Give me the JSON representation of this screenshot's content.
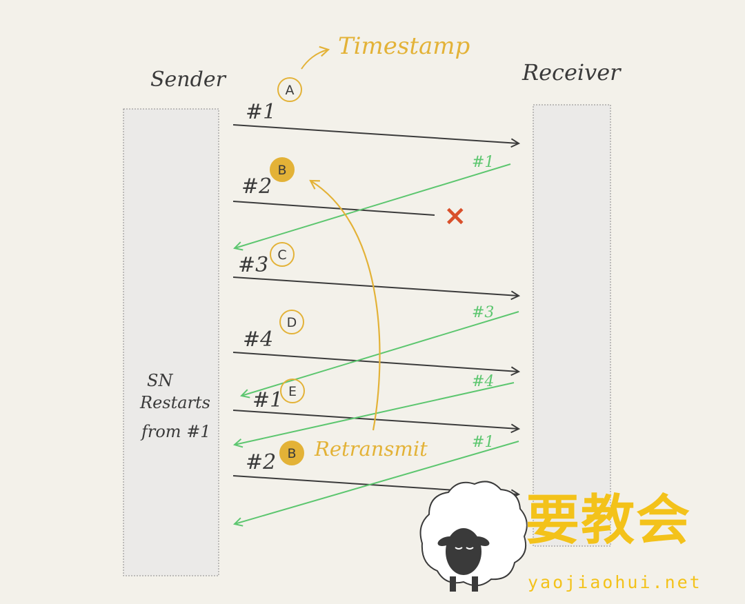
{
  "title_sender": "Sender",
  "title_receiver": "Receiver",
  "timestamp_label": "Timestamp",
  "retransmit_label": "Retransmit",
  "restart_note": [
    "SN",
    "Restarts",
    "from #1"
  ],
  "lost_mark": "×",
  "packets": [
    {
      "sn": "#1",
      "ts": "A"
    },
    {
      "sn": "#2",
      "ts": "B"
    },
    {
      "sn": "#3",
      "ts": "C"
    },
    {
      "sn": "#4",
      "ts": "D"
    },
    {
      "sn": "#1",
      "ts": "E"
    },
    {
      "sn": "#2",
      "ts": "B"
    }
  ],
  "acks": [
    "#1",
    "#3",
    "#4",
    "#1"
  ],
  "watermark": {
    "brand": "要教会",
    "url": "yaojiaohui.net"
  },
  "colors": {
    "packet": "#3a3a3a",
    "ack": "#5cc66f",
    "timestamp": "#e3b237",
    "lost": "#d9502b",
    "lane": "#ebeae8"
  }
}
